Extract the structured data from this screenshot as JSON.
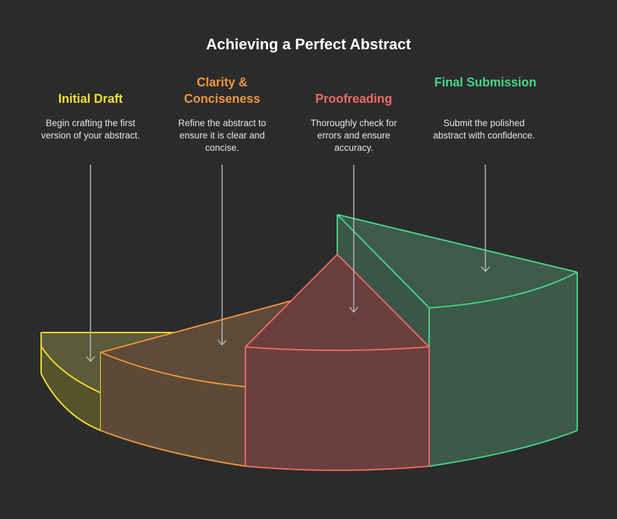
{
  "title": "Achieving a Perfect Abstract",
  "steps": [
    {
      "title": "Initial Draft",
      "description": "Begin crafting the first version of your abstract.",
      "color": "#f0e130"
    },
    {
      "title": "Clarity & Conciseness",
      "description": "Refine the abstract to ensure it is clear and concise.",
      "color": "#f0963c"
    },
    {
      "title": "Proofreading",
      "description": "Thoroughly check for errors and ensure accuracy.",
      "color": "#ee6a64"
    },
    {
      "title": "Final Submission",
      "description": "Submit the polished abstract with confidence.",
      "color": "#45d68c"
    }
  ]
}
